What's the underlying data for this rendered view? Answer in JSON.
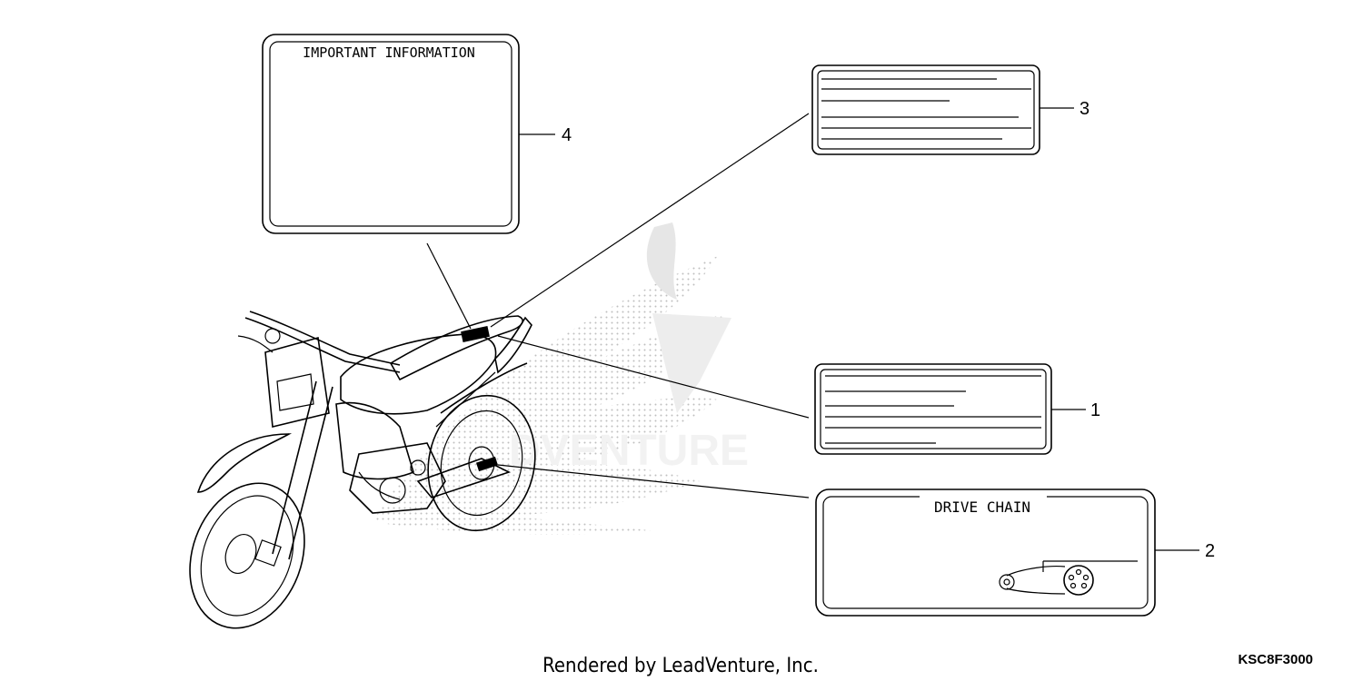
{
  "labels": {
    "important": {
      "title": "IMPORTANT INFORMATION",
      "callout": "4"
    },
    "label_3": {
      "callout": "3"
    },
    "label_1": {
      "callout": "1"
    },
    "drive_chain": {
      "title": "DRIVE CHAIN",
      "callout": "2"
    }
  },
  "footer": {
    "credit": "Rendered by LeadVenture, Inc.",
    "diagram_code": "KSC8F3000"
  },
  "watermark": {
    "text": "DVENTURE"
  }
}
